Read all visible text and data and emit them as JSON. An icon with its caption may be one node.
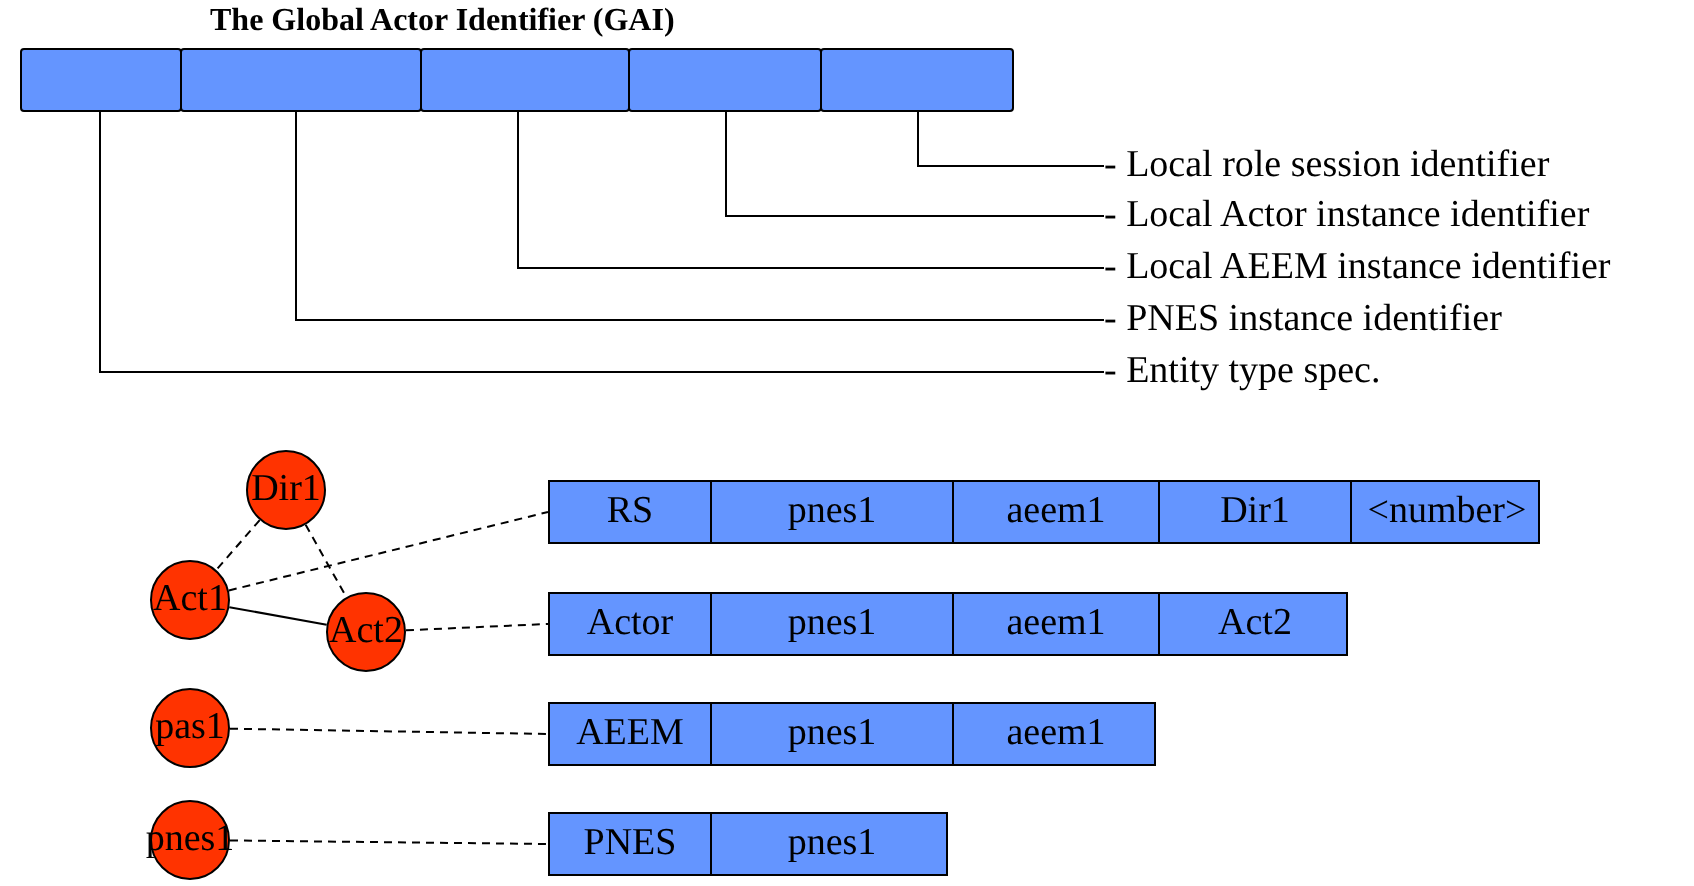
{
  "diagram": {
    "nodes": [
      {
        "text": [
          "The Global Actor Identifier (GAI)"
        ]
      },
      {
        "text": [],
        "shape": "box",
        "in": 0
      },
      {
        "text": [],
        "shape": "box",
        "in": 0
      },
      {
        "text": [],
        "shape": "box",
        "in": 0
      },
      {
        "text": [],
        "shape": "box",
        "in": 0
      },
      {
        "text": [],
        "shape": "box",
        "in": 0
      },
      {
        "text": [
          "- Local role session identifier"
        ]
      },
      {
        "text": [
          "- Local Actor instance identifier"
        ]
      },
      {
        "text": [
          "- Local AEEM instance identifier"
        ]
      },
      {
        "text": [
          "- PNES instance identifier"
        ]
      },
      {
        "text": [
          "- Entity type spec."
        ]
      },
      {
        "text": [
          "Dir1"
        ]
      },
      {
        "text": [
          "Act1"
        ]
      },
      {
        "text": [
          "Act2"
        ]
      },
      {
        "text": [
          "pas1"
        ]
      },
      {
        "text": [
          "pnes1"
        ]
      },
      {
        "text": [],
        "shape": "bar"
      },
      {
        "text": [
          "RS"
        ],
        "in": 16
      },
      {
        "text": [
          "pnes1"
        ],
        "in": 16
      },
      {
        "text": [
          "aeem1"
        ],
        "in": 16
      },
      {
        "text": [
          "Dir1"
        ],
        "in": 16
      },
      {
        "text": [
          "<number>"
        ],
        "in": 16
      },
      {
        "text": [],
        "shape": "bar"
      },
      {
        "text": [
          "Actor"
        ],
        "in": 22
      },
      {
        "text": [
          "pnes1"
        ],
        "in": 22
      },
      {
        "text": [
          "aeem1"
        ],
        "in": 22
      },
      {
        "text": [
          "Act2"
        ],
        "in": 22
      },
      {
        "text": [],
        "shape": "bar"
      },
      {
        "text": [
          "AEEM"
        ],
        "in": 27
      },
      {
        "text": [
          "pnes1"
        ],
        "in": 27
      },
      {
        "text": [
          "aeem1"
        ],
        "in": 27
      },
      {
        "text": [],
        "shape": "bar"
      },
      {
        "text": [
          "PNES"
        ],
        "in": 31
      },
      {
        "text": [
          "pnes1"
        ],
        "in": 31
      }
    ],
    "edges": [
      {
        "from": 5,
        "to": 6,
        "arrow": "none"
      },
      {
        "from": 4,
        "to": 7,
        "arrow": "none"
      },
      {
        "from": 3,
        "to": 8,
        "arrow": "none"
      },
      {
        "from": 2,
        "to": 9,
        "arrow": "none"
      },
      {
        "from": 1,
        "to": 10,
        "arrow": "none"
      },
      {
        "from": 11,
        "to": 12,
        "arrow": "none",
        "style": "dashed"
      },
      {
        "from": 11,
        "to": 13,
        "arrow": "none",
        "style": "dashed"
      },
      {
        "from": 12,
        "to": 13,
        "arrow": "none"
      },
      {
        "from": 12,
        "to": 16,
        "arrow": "none",
        "style": "dashed"
      },
      {
        "from": 13,
        "to": 22,
        "arrow": "none",
        "style": "dashed"
      },
      {
        "from": 14,
        "to": 27,
        "arrow": "none",
        "style": "dashed"
      },
      {
        "from": 15,
        "to": 31,
        "arrow": "none",
        "style": "dashed"
      }
    ]
  }
}
